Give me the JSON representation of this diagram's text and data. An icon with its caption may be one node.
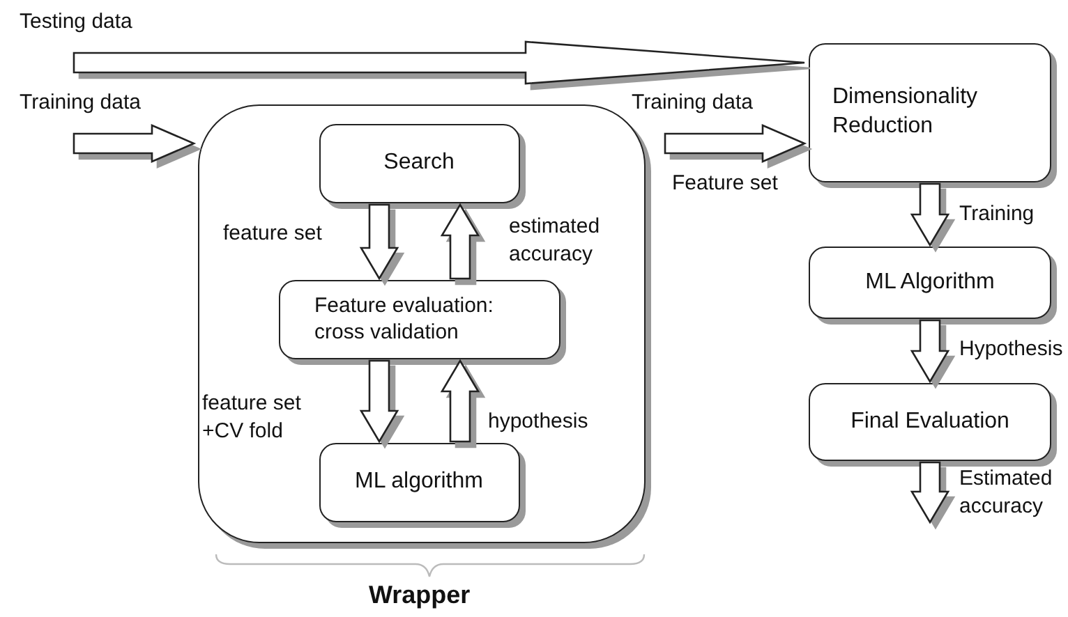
{
  "diagram": {
    "nodes": [
      {
        "text": [
          "Wrapper"
        ]
      },
      {
        "text": [
          "Search"
        ],
        "in": 0
      },
      {
        "text": [
          "Feature evaluation: cross validation"
        ],
        "in": 0
      },
      {
        "text": [
          "ML algorithm"
        ],
        "in": 0
      },
      {
        "text": [
          "Dimensionality Reduction"
        ]
      },
      {
        "text": [
          "ML Algorithm"
        ]
      },
      {
        "text": [
          "Final Evaluation"
        ]
      }
    ],
    "edges": [
      {
        "from": null,
        "to": 4,
        "arrow": "to"
      },
      {
        "from": null,
        "to": 0,
        "arrow": "to"
      },
      {
        "from": 0,
        "to": 4,
        "arrow": "to",
        "label": "Training data"
      },
      {
        "from": 1,
        "to": 2,
        "arrow": "to",
        "label": "feature set"
      },
      {
        "from": 2,
        "to": 1,
        "arrow": "to",
        "label": "estimated accuracy"
      },
      {
        "from": 2,
        "to": 3,
        "arrow": "to",
        "label": "feature set +CV fold"
      },
      {
        "from": 3,
        "to": 2,
        "arrow": "to",
        "label": "hypothesis"
      },
      {
        "from": 4,
        "to": 5,
        "arrow": "to",
        "label": "Training"
      },
      {
        "from": 5,
        "to": 6,
        "arrow": "to",
        "label": "Hypothesis"
      },
      {
        "from": 6,
        "to": null,
        "arrow": "to",
        "label": "Estimated accuracy"
      }
    ],
    "labels": [
      "Testing data",
      "Training data",
      "Feature set"
    ]
  }
}
